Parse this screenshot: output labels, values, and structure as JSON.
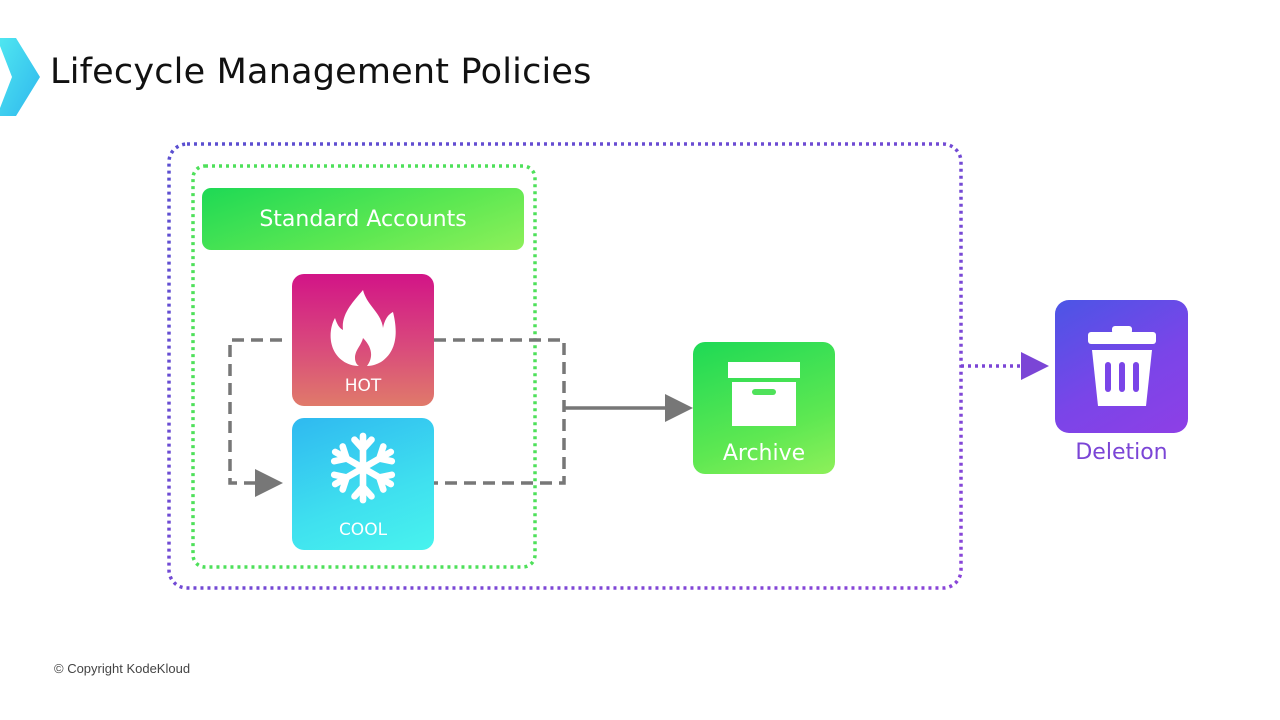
{
  "slide": {
    "title": "Lifecycle Management Policies",
    "copyright": "© Copyright KodeKloud"
  },
  "diagram": {
    "group_label": "Standard Accounts",
    "tiers": [
      {
        "id": "hot",
        "label": "HOT",
        "icon": "flame-icon"
      },
      {
        "id": "cool",
        "label": "COOL",
        "icon": "snowflake-icon"
      }
    ],
    "archive": {
      "label": "Archive",
      "icon": "archive-box-icon"
    },
    "deletion": {
      "label": "Deletion",
      "icon": "trash-can-icon"
    },
    "colors": {
      "outer_border": "#6a4fd0",
      "inner_border": "#4ee05a",
      "connector": "#777777",
      "deletion_text": "#7b45d6",
      "title_accent": "#3fd4ee"
    },
    "connections": [
      {
        "from": "hot",
        "to": "cool",
        "style": "dashed"
      },
      {
        "from": "hot",
        "to": "archive",
        "style": "dashed"
      },
      {
        "from": "cool",
        "to": "archive",
        "style": "dashed"
      },
      {
        "from": "policy-boundary",
        "to": "deletion",
        "style": "dotted"
      }
    ]
  }
}
